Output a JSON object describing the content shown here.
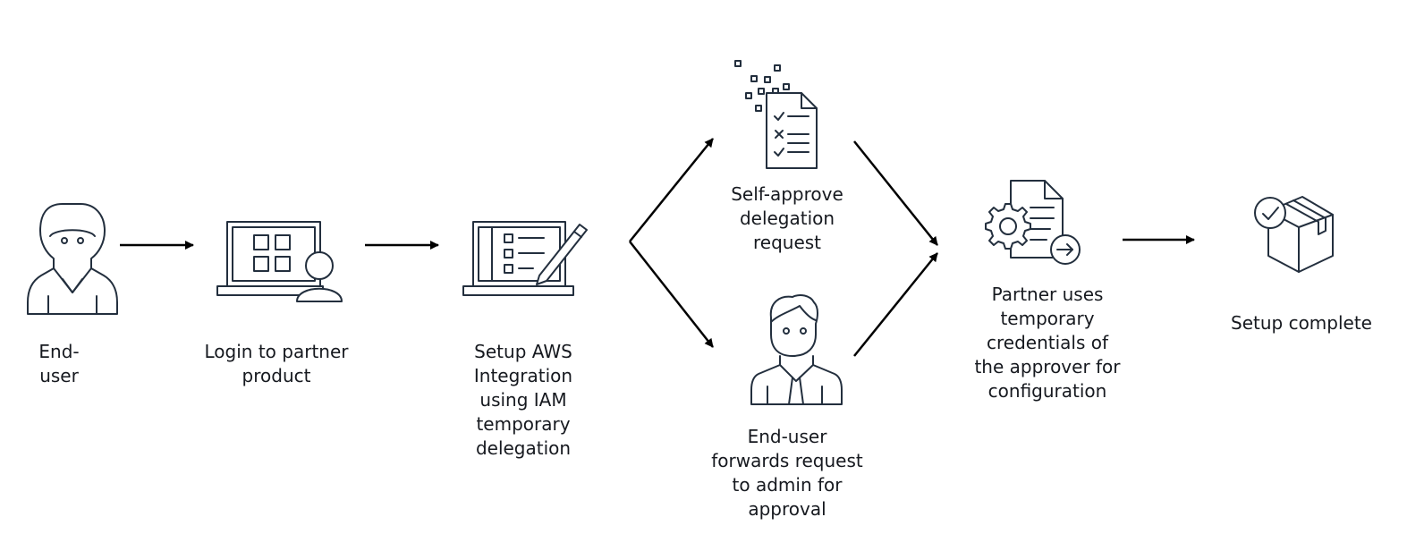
{
  "colors": {
    "icon_stroke": "#232f3e",
    "arrow": "#000000",
    "background": "#ffffff"
  },
  "nodes": {
    "end_user": {
      "icon": "user-icon",
      "label": "End-\nuser"
    },
    "login": {
      "icon": "laptop-user-icon",
      "label": "Login to partner\nproduct"
    },
    "setup_integration": {
      "icon": "laptop-checklist-edit-icon",
      "label": "Setup AWS\nIntegration\nusing IAM\ntemporary\ndelegation"
    },
    "self_approve": {
      "icon": "checklist-document-icon",
      "label": "Self-approve\ndelegation\nrequest"
    },
    "forward_admin": {
      "icon": "admin-user-icon",
      "label": "End-user\nforwards request\nto admin for\napproval"
    },
    "partner_credentials": {
      "icon": "gear-document-arrow-icon",
      "label": "Partner uses\ntemporary\ncredentials of\nthe approver for\nconfiguration"
    },
    "setup_complete": {
      "icon": "package-check-icon",
      "label": "Setup complete"
    }
  }
}
